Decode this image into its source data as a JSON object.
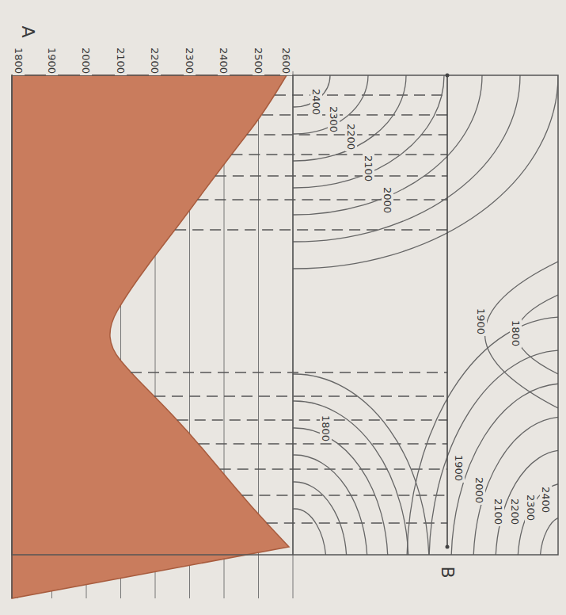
{
  "diagram": {
    "labels": [
      "A",
      "B",
      "2600",
      "2500",
      "2400",
      "2300",
      "2200",
      "2100",
      "2000",
      "1900",
      "1800",
      "2400",
      "2300",
      "2200",
      "2100",
      "2000",
      "1800",
      "1900",
      "2400",
      "2300",
      "2200",
      "2100",
      "2000",
      "1900",
      "1800"
    ]
  }
}
